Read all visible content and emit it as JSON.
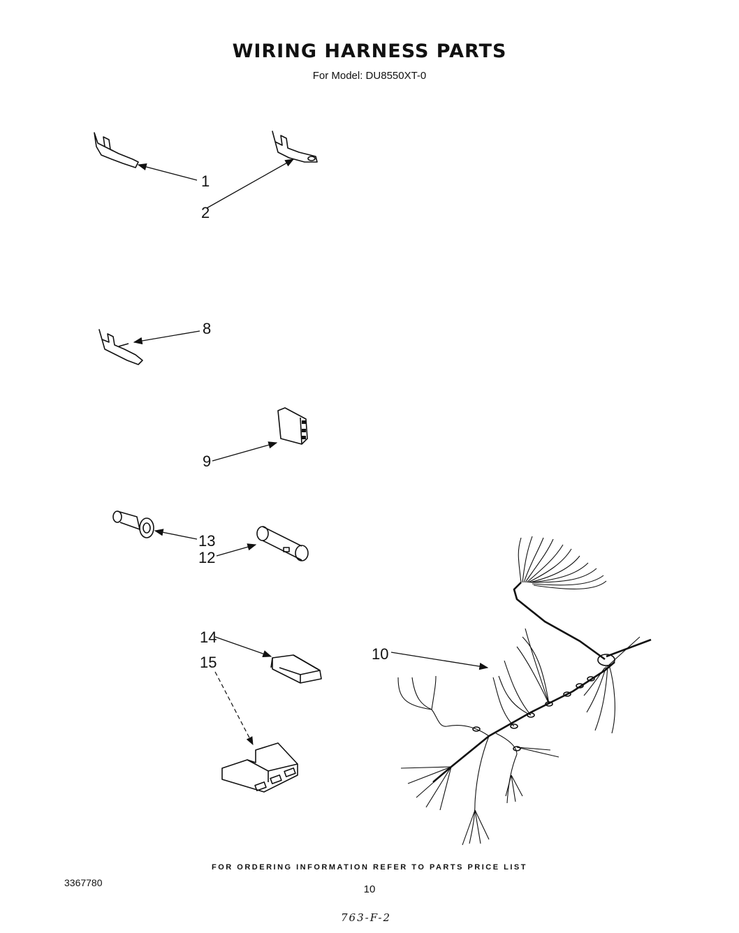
{
  "header": {
    "title": "WIRING HARNESS PARTS",
    "subtitle": "For Model: DU8550XT-0"
  },
  "callouts": {
    "c1": "1",
    "c2": "2",
    "c8": "8",
    "c9": "9",
    "c13": "13",
    "c12": "12",
    "c14": "14",
    "c15": "15",
    "c10": "10"
  },
  "footer": {
    "ordering_note": "FOR ORDERING INFORMATION REFER TO PARTS PRICE LIST",
    "document_number": "3367780",
    "page_number": "10",
    "handwritten_code": "763-F-2"
  }
}
